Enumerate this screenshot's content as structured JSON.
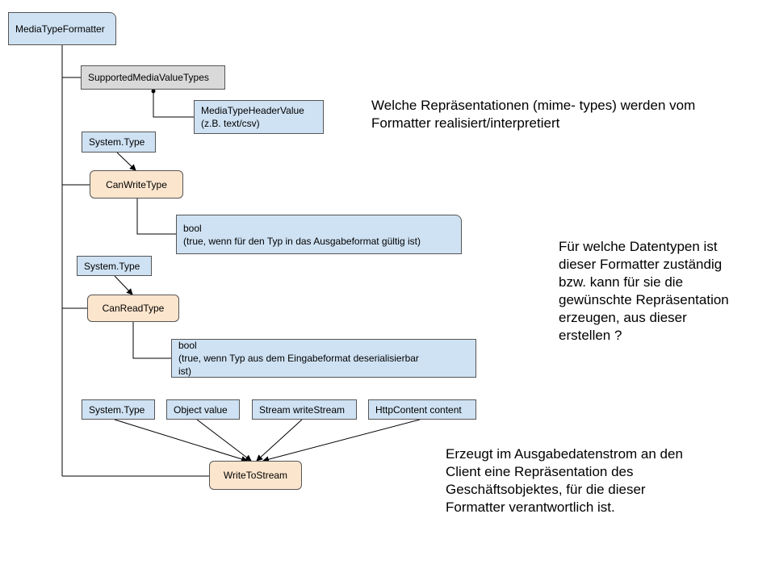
{
  "nodes": {
    "media_type_formatter": "MediaTypeFormatter",
    "supported_media_value_types": "SupportedMediaValueTypes",
    "media_type_header_value": "MediaTypeHeaderValue",
    "media_type_header_value_example": "(z.B. text/csv)",
    "system_type_1": "System.Type",
    "can_write_type": "CanWriteType",
    "bool_1": "bool",
    "bool_1_desc": "(true, wenn für den  Typ in das Ausgabeformat gültig ist)",
    "system_type_2": "System.Type",
    "can_read_type": "CanReadType",
    "bool_2": "bool",
    "bool_2_desc_line1": "(true, wenn Typ aus dem  Eingabeformat deserialisierbar",
    "bool_2_desc_line2": "ist)",
    "system_type_3": "System.Type",
    "object_value": "Object value",
    "stream_write_stream": "Stream writeStream",
    "http_content_content": "HttpContent content",
    "write_to_stream": "WriteToStream"
  },
  "notes": {
    "mime_note_line1": "Welche Repräsentationen (mime- types) werden vom",
    "mime_note_line2": "Formatter realisiert/interpretiert",
    "type_note_line1": "Für welche Datentypen ist",
    "type_note_line2": "dieser Formatter zuständig",
    "type_note_line3": "bzw. kann für sie die",
    "type_note_line4": "gewünschte Repräsentation",
    "type_note_line5": "erzeugen, aus dieser",
    "type_note_line6": "erstellen ?",
    "write_note_line1": "Erzeugt im Ausgabedatenstrom an den",
    "write_note_line2": "Client eine Repräsentation des",
    "write_note_line3": "Geschäftsobjektes, für die dieser",
    "write_note_line4": "Formatter verantwortlich ist."
  },
  "colors": {
    "blue_box": "#cfe2f3",
    "grey_box": "#d9d9d9",
    "orange_box": "#fce5cd",
    "line": "#000000"
  }
}
